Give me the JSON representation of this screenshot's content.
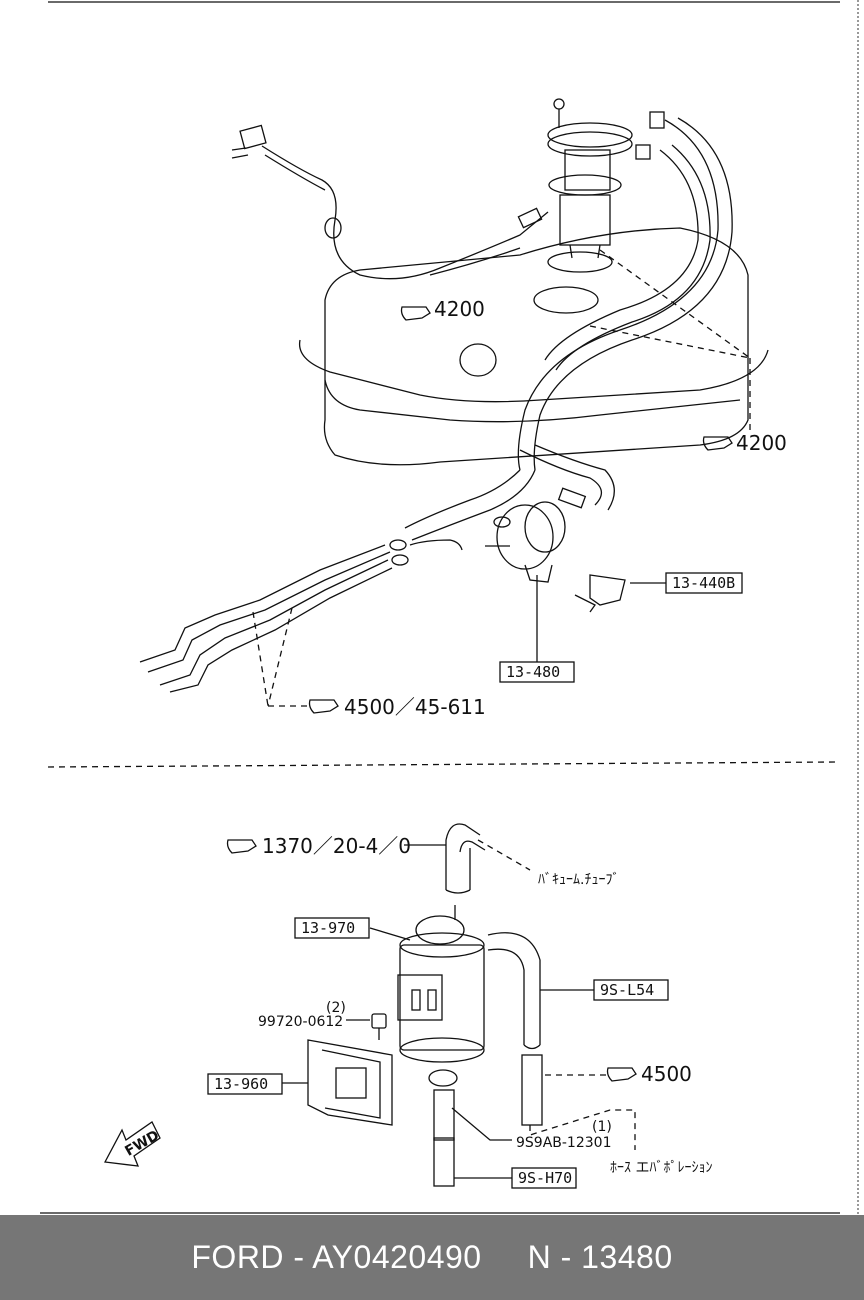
{
  "footer": {
    "brand_part": "FORD - AY0420490",
    "ref_part": "N - 13480"
  },
  "upper": {
    "ref_tank_left": "4200",
    "ref_tank_right": "4200",
    "ref_lines": "4500／45-611",
    "part_bracket": "13-440B",
    "part_filter": "13-480",
    "highlight_color": "#f08080"
  },
  "lower": {
    "ref_vacuum": "1370／20-4／0",
    "vacuum_tube": "ﾊﾞｷｭｰﾑ.ﾁｭｰﾌﾞ",
    "part_canister": "13-970",
    "part_hose_top": "9S-L54",
    "bolt_qty": "(2)",
    "bolt_number": "99720-0612",
    "part_bracket": "13-960",
    "ref_4500": "4500",
    "clip_qty": "(1)",
    "clip_number": "9S9AB-12301",
    "hose_evap": "ﾎｰｽ エﾊﾞﾎﾟﾚｰｼｮﾝ",
    "part_hose_bottom": "9S-H70",
    "fwd": "FWD"
  }
}
